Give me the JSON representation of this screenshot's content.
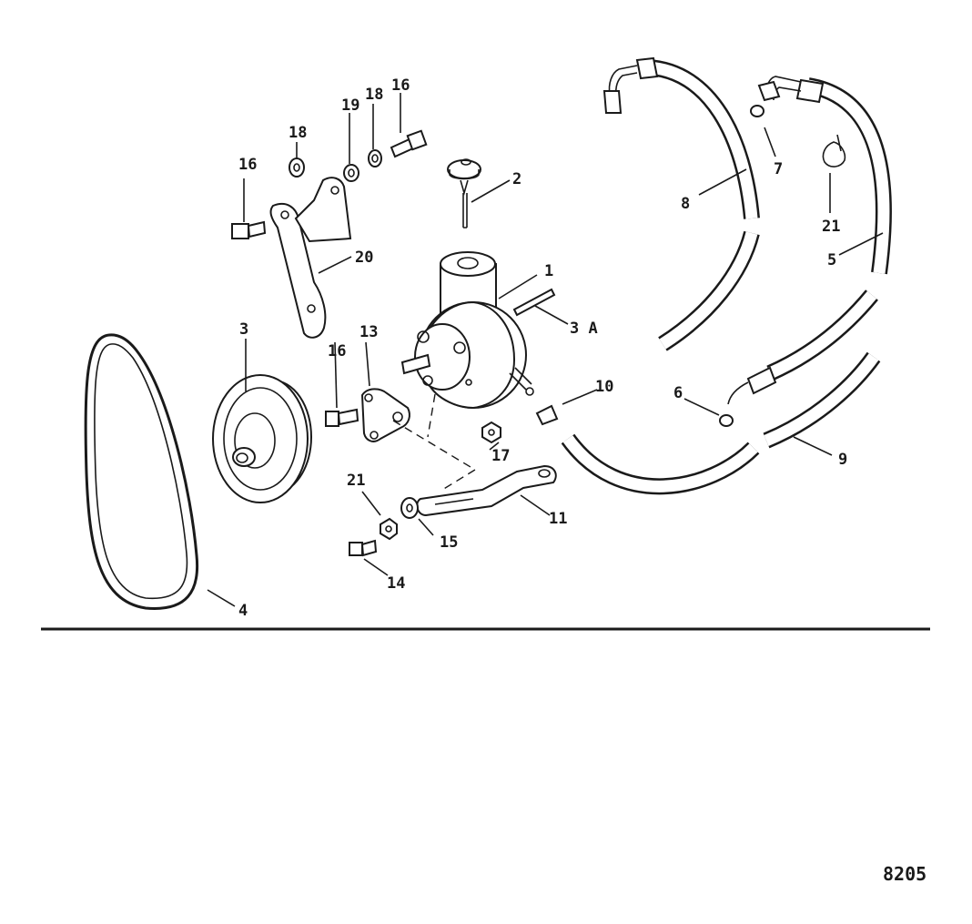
{
  "figure": {
    "id": "8205"
  },
  "callouts": [
    {
      "key": "p1",
      "label": "1"
    },
    {
      "key": "p2",
      "label": "2"
    },
    {
      "key": "p3",
      "label": "3"
    },
    {
      "key": "p3a",
      "label": "3 A"
    },
    {
      "key": "p4",
      "label": "4"
    },
    {
      "key": "p5",
      "label": "5"
    },
    {
      "key": "p6",
      "label": "6"
    },
    {
      "key": "p7",
      "label": "7"
    },
    {
      "key": "p8",
      "label": "8"
    },
    {
      "key": "p9",
      "label": "9"
    },
    {
      "key": "p10",
      "label": "10"
    },
    {
      "key": "p11",
      "label": "11"
    },
    {
      "key": "p13",
      "label": "13"
    },
    {
      "key": "p14",
      "label": "14"
    },
    {
      "key": "p15",
      "label": "15"
    },
    {
      "key": "p16a",
      "label": "16"
    },
    {
      "key": "p16b",
      "label": "16"
    },
    {
      "key": "p16c",
      "label": "16"
    },
    {
      "key": "p17",
      "label": "17"
    },
    {
      "key": "p18a",
      "label": "18"
    },
    {
      "key": "p18b",
      "label": "18"
    },
    {
      "key": "p19",
      "label": "19"
    },
    {
      "key": "p20",
      "label": "20"
    },
    {
      "key": "p21a",
      "label": "21"
    },
    {
      "key": "p21b",
      "label": "21"
    }
  ]
}
